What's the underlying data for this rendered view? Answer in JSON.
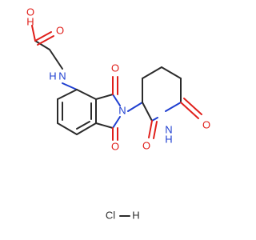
{
  "atoms": {
    "hydroxyl": "O",
    "hydroxyl_h": "H",
    "carboxyl_o": "O",
    "amine_n": "N",
    "amine_h": "H",
    "imide_n": "N",
    "upper_o": "O",
    "lower_o": "O",
    "pip_o_left": "O",
    "pip_n": "N",
    "pip_h": "H",
    "pip_o_right": "O"
  },
  "salt": {
    "cl": "Cl",
    "dash": "—",
    "h": "H"
  },
  "colors": {
    "bond": "#2b2b2b",
    "oxygen": "#e0201b",
    "nitrogen": "#1f3fd0"
  }
}
